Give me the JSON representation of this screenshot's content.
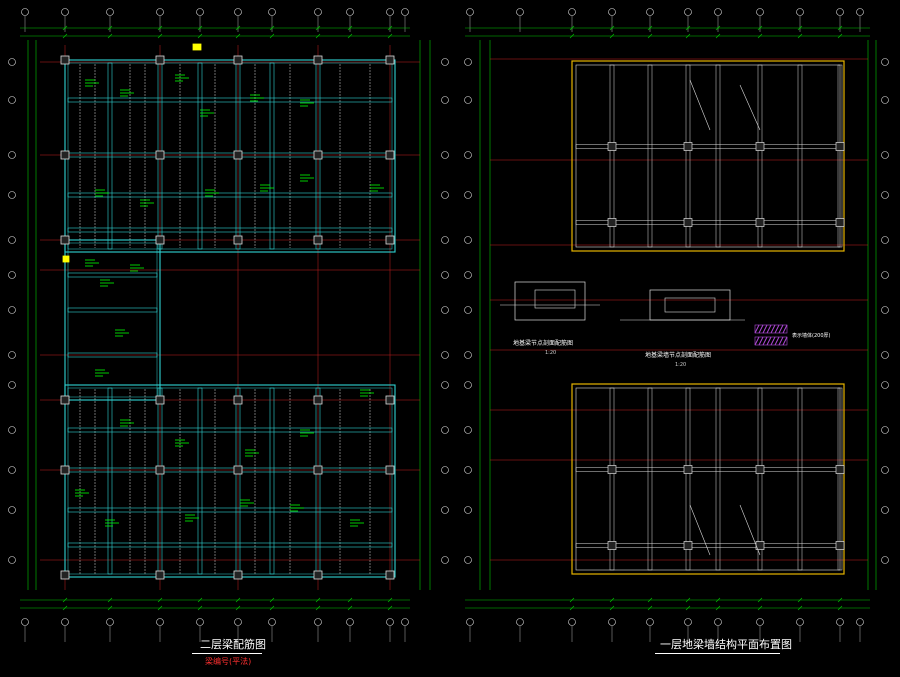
{
  "drawing": {
    "left_sheet": {
      "title": "二层梁配筋图",
      "subtitle": "梁编号(平法)"
    },
    "right_sheet": {
      "title": "一层地梁墙结构平面布置图"
    },
    "details": [
      {
        "caption": "地基梁节点剖面配筋图",
        "scale": "1:20"
      },
      {
        "caption": "地基梁墙节点剖面配筋图",
        "scale": "1:20"
      }
    ],
    "legend_note": "表示墙体(200厚)"
  },
  "colors": {
    "background": "#000000",
    "beam": "#2fd3d3",
    "wall": "#dcdcdc",
    "axis_line": "#c81e1e",
    "dimension": "#00c800",
    "annotation": "#00ff00",
    "slab_outline": "#e6b400",
    "detail_hatch": "#b04ad8",
    "highlight": "#ffff00"
  }
}
